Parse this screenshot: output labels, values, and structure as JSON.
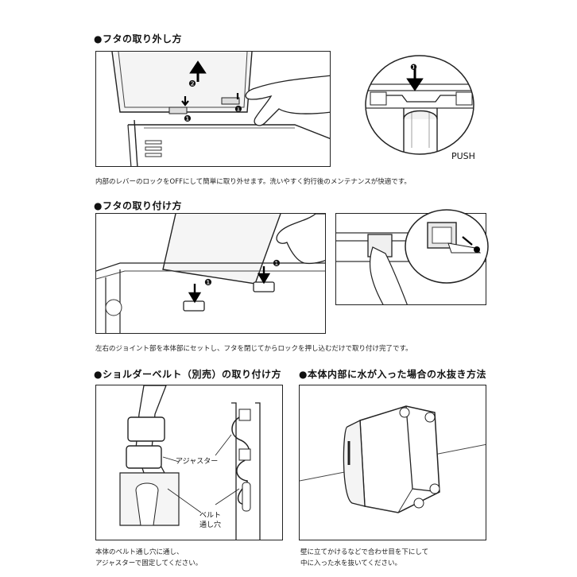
{
  "sections": {
    "lid_removal": {
      "heading": "●フタの取り外し方",
      "caption": "内部のレバーのロックをOFFにして簡単に取り外せます。洗いやすく釣行後のメンテナンスが快適です。",
      "push_label": "PUSH",
      "step1": "❶",
      "step2": "❷"
    },
    "lid_attach": {
      "heading": "●フタの取り付け方",
      "caption": "左右のジョイント部を本体部にセットし、フタを閉じてからロックを押し込むだけで取り付け完了です。",
      "step1": "❶"
    },
    "shoulder_belt": {
      "heading": "●ショルダーベルト（別売）の取り付け方",
      "adjuster_label": "アジャスター",
      "belt_hole_label_1": "ベルト",
      "belt_hole_label_2": "通し穴",
      "caption_line1": "本体のベルト通し穴に通し、",
      "caption_line2": "アジャスターで固定してください。"
    },
    "drain": {
      "heading": "●本体内部に水が入った場合の水抜き方法",
      "caption_line1": "壁に立てかけるなどで合わせ目を下にして",
      "caption_line2": "中に入った水を抜いてください。"
    }
  }
}
